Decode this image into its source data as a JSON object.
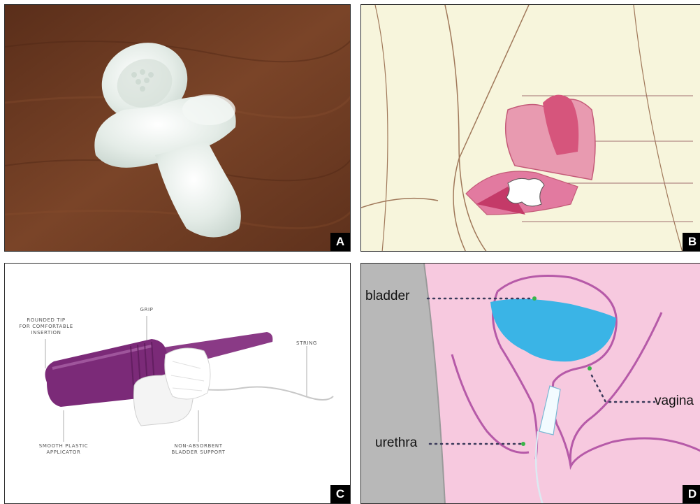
{
  "panels": {
    "a": {
      "badge": "A"
    },
    "b": {
      "badge": "B"
    },
    "c": {
      "badge": "C",
      "labels": {
        "tip_line1": "ROUNDED TIP",
        "tip_line2": "FOR COMFORTABLE",
        "tip_line3": "INSERTION",
        "grip": "GRIP",
        "string": "STRING",
        "applicator_line1": "SMOOTH PLASTIC",
        "applicator_line2": "APPLICATOR",
        "support_line1": "NON-ABSORBENT",
        "support_line2": "BLADDER SUPPORT"
      }
    },
    "d": {
      "badge": "D",
      "labels": {
        "bladder": "bladder",
        "vagina": "vagina",
        "urethra": "urethra"
      }
    }
  },
  "colors": {
    "wood": "#6b3a22",
    "silicone": "#e8eeea",
    "applicator": "#7b2a78",
    "anatomy_pink": "#f7c9df",
    "bladder_blue": "#3ab4e6"
  }
}
